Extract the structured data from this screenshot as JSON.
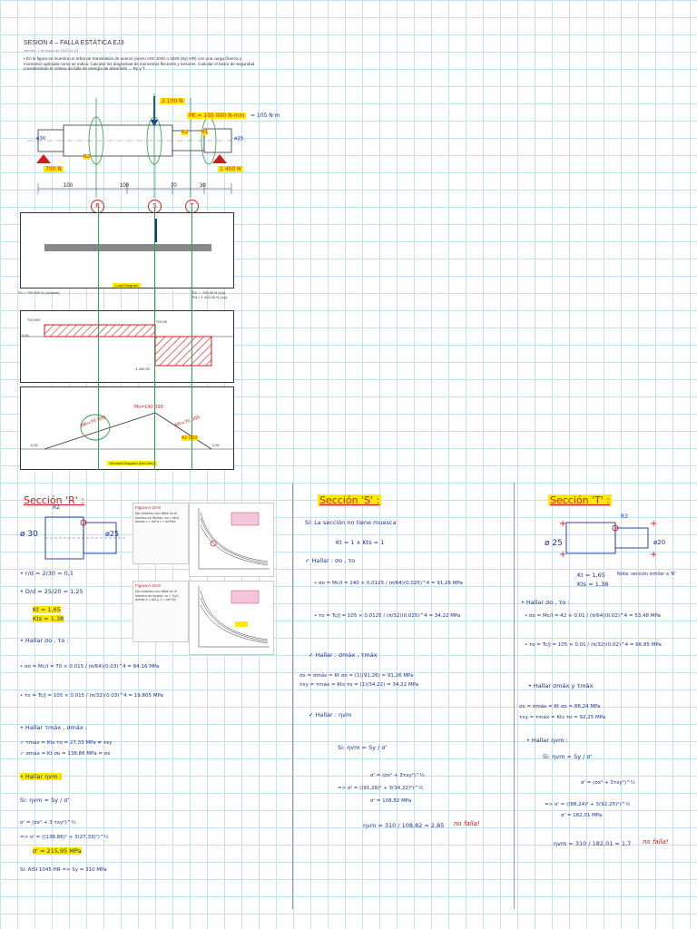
{
  "header": {
    "title": "SESION 4 – FALLA ESTÁTICA EJ3",
    "date": "viernes, 1 de mayo de 2023     11:25"
  },
  "problem": {
    "text": "• En la figura se muestra un árbol de transmisión de aceros (acero AISI 1040 o 1045 (Sy) HR) con una carga (fuerza y momento) aplicada como se indica. Calcular los diagramas de momentos flectores y torsores. Calcular el factor de seguridad considerando el criterio de falla de energía de distorsión ... Ry y T"
  },
  "shaft": {
    "load_label": "2 100 N",
    "moment_label": "Mt = 105 000 N-mm",
    "moment_extra": "= 105 N·m",
    "reaction_left": "700 N",
    "reaction_right": "1 400 N",
    "dims": [
      "100",
      "100",
      "70",
      "30"
    ],
    "diam_left": "ø30",
    "diam_right": "ø25",
    "r_labels": [
      "R2",
      "R2",
      "R1"
    ],
    "sections": [
      "R",
      "S",
      "T"
    ]
  },
  "diagrams": {
    "load_title": "Load Diagram",
    "load_left_note": "R1 = 700,000 N (Upward)",
    "load_right_note": "R2 = -700,00 N (Up)\nR3 = 1 400,00 N (Up)",
    "shear_top_left": "700,000",
    "shear_top_mid": "700,00",
    "shear_left": "0,00",
    "shear_bottom": "-1 400,00",
    "moment_title": "Moment Diagram (Nm-mm)",
    "moment_left": "0,00",
    "moment_right": "0,00",
    "moment_labels": [
      "MR=70 000",
      "Ms=140 000",
      "MT=70 000",
      "42 000"
    ]
  },
  "section_R": {
    "title": "Sección 'R' :",
    "d_big": "ø 30",
    "d_small": "ø25",
    "r_label": "R2",
    "lines": [
      "• r/d = 2/30 = 0,1",
      "• D/d = 25/20 = 1,25",
      "Kt = 1,65",
      "Kts = 1,38",
      "• Hallar σo , τo :",
      "• σo = Mc/I = 70 × 0,015 / (π/64)(0,03)^4 = 84,16 MPa",
      "• τo = Tc/J = 105 × 0,015 / (π/32)(0,03)^4 = 19,805 MPa",
      "• Hallar τmáx , σmáx :",
      "✓ τmáx = Kts τo = 27,33 MPa ≠ τxy",
      "✓ σmáx = Kt σo = 138,86 MPa = σx",
      "• Hallar ηvm :",
      "Si: ηvm = Sy / σ'",
      "σ' = (σx² + 3 τxy²)^½",
      "=> σ' = ((138,86)² + 3(27,33)²)^½",
      "σ' = 215,95 MPa",
      "Si: AISI 1045 HR => Sy = 310 MPa"
    ],
    "fig1_label": "Figura A-15-8",
    "fig1_desc": "Eje redondo con filete en el hombro en flexión. σo = Mc/I, donde c = d/2 e I = πd⁴/64.",
    "fig2_label": "Figura A-15-9",
    "fig2_desc": "Eje redondo con filete en el hombro en torsión. τo = Tc/J, donde c = d/2 y J = πd⁴/32."
  },
  "section_S": {
    "title": "Sección 'S' :",
    "lines": [
      "Si: La sección no tiene muesca",
      "Kt = 1  ∧  Kts = 1",
      "✓ Hallar : σo , τo",
      "• σo = Mc/I = 140 × 0,0125 / (π/64)(0,025)^4 = 91,26 MPa",
      "• τo = Tc/J = 105 × 0,0125 / (π/32)(0,025)^4 = 34,22 MPa",
      "✓ Hallar : σmáx , τmáx",
      "σx = σmáx = Kt σo = (1)(91,26) = 91,26 MPa",
      "τxy = τmáx = Kts τo = (1)(34,22) = 34,22 MPa",
      "✓ Hallar : ηvm",
      "Si: ηvm = Sy / σ'",
      "σ' = (σx² + 3τxy²)^½",
      "=> σ' = ((91,26)² + 3(34,22)²)^½",
      "σ' = 108,82 MPa",
      "ηvm = 310 / 108,82 = 2,85"
    ],
    "verdict": "no falla!"
  },
  "section_T": {
    "title": "Sección 'T' :",
    "d_big": "ø 25",
    "d_small": "ø20",
    "r_label": "R3",
    "lines": [
      "Kt = 1,65",
      "Kts = 1,38",
      "Nota: sección similar a 'R'",
      "• Hallar σo , τo :",
      "• σo = Mc/I = 42 × 0,01 / (π/64)(0,02)^4 = 53,48 MPa",
      "• τo = Tc/J = 105 × 0,01 / (π/32)(0,02)^4 = 66,85 MPa",
      "• Hallar σmáx y τmáx",
      "σx = σmáx = Kt σo = 88,24 MPa",
      "τxy = τmáx = Kts τo = 92,25 MPa",
      "• Hallar ηvm :",
      "Si: ηvm = Sy / σ'",
      "σ' = (σx² + 3τxy²)^½",
      "=> σ' = ((88,24)² + 3(92,25)²)^½",
      "σ' = 182,01 MPa",
      "ηvm = 310 / 182,01 = 1,7"
    ],
    "verdict": "no falla!"
  },
  "colors": {
    "ink_blue": "#1a2fa0",
    "ink_red": "#d21b1b",
    "grid": "#bfe3f2",
    "highlight": "#ffea00",
    "green_line": "#2aa14a"
  }
}
